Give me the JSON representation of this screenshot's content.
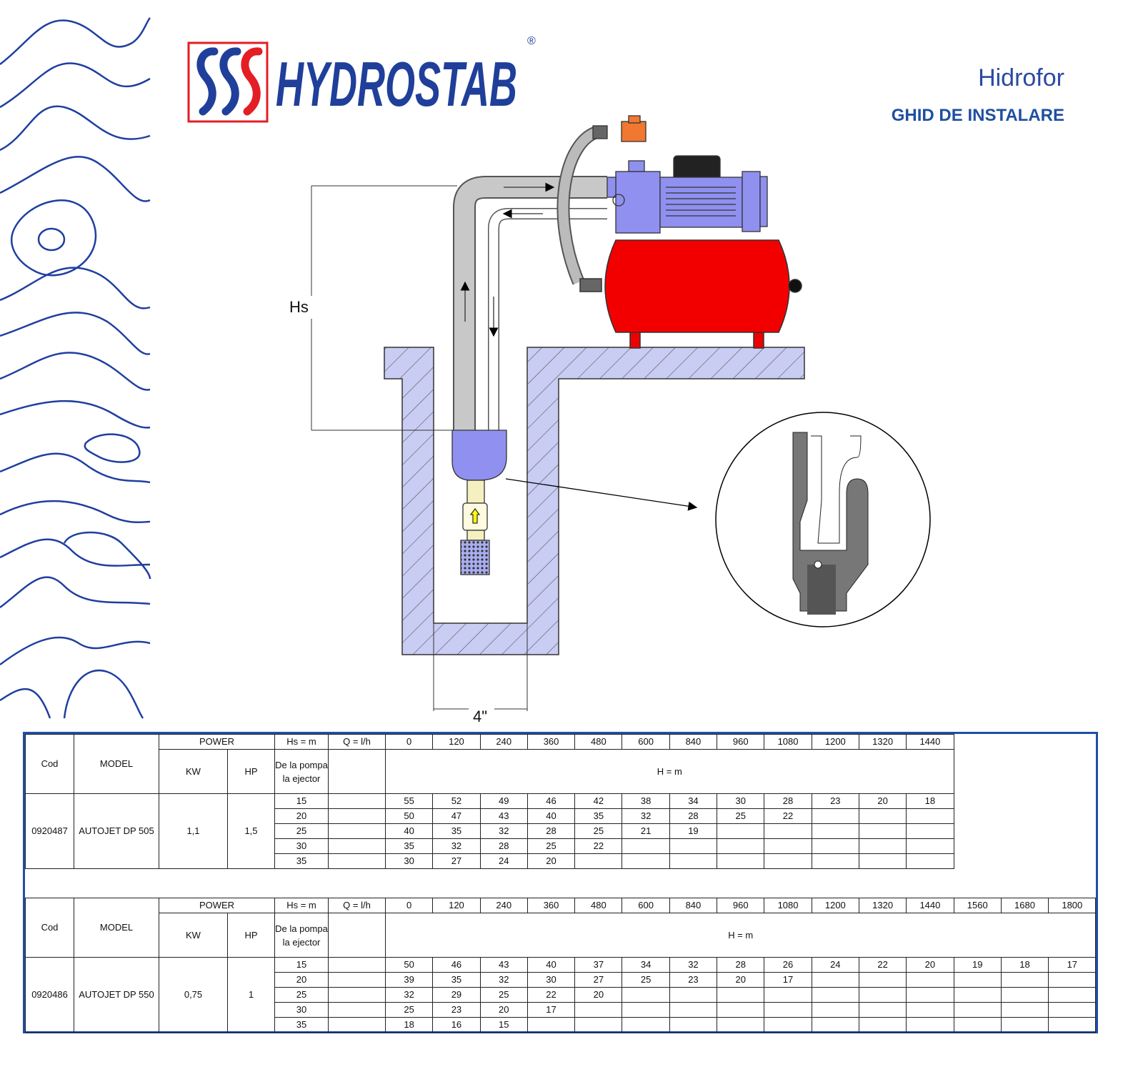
{
  "brand": {
    "name": "HYDROSTAB",
    "registered": "®",
    "logo_letters": "SSS"
  },
  "header": {
    "title": "Hidrofor",
    "subtitle": "GHID DE INSTALARE"
  },
  "diagram": {
    "hs_label": "Hs",
    "width_label": "4\""
  },
  "table_headers": {
    "cod": "Cod",
    "model": "MODEL",
    "power": "POWER",
    "kw": "KW",
    "hp": "HP",
    "hs": "Hs = m",
    "q": "Q = l/h",
    "hs_desc": "De la pompa la ejector",
    "h": "H = m"
  },
  "tables": [
    {
      "cod": "0920487",
      "model": "AUTOJET DP 505",
      "kw": "1,1",
      "hp": "1,5",
      "flows": [
        "0",
        "120",
        "240",
        "360",
        "480",
        "600",
        "840",
        "960",
        "1080",
        "1200",
        "1320",
        "1440"
      ],
      "rows": [
        {
          "hs": "15",
          "h": [
            "55",
            "52",
            "49",
            "46",
            "42",
            "38",
            "34",
            "30",
            "28",
            "23",
            "20",
            "18"
          ]
        },
        {
          "hs": "20",
          "h": [
            "50",
            "47",
            "43",
            "40",
            "35",
            "32",
            "28",
            "25",
            "22",
            "",
            "",
            ""
          ]
        },
        {
          "hs": "25",
          "h": [
            "40",
            "35",
            "32",
            "28",
            "25",
            "21",
            "19",
            "",
            "",
            "",
            "",
            ""
          ]
        },
        {
          "hs": "30",
          "h": [
            "35",
            "32",
            "28",
            "25",
            "22",
            "",
            "",
            "",
            "",
            "",
            "",
            ""
          ]
        },
        {
          "hs": "35",
          "h": [
            "30",
            "27",
            "24",
            "20",
            "",
            "",
            "",
            "",
            "",
            "",
            "",
            ""
          ]
        }
      ]
    },
    {
      "cod": "0920486",
      "model": "AUTOJET DP 550",
      "kw": "0,75",
      "hp": "1",
      "flows": [
        "0",
        "120",
        "240",
        "360",
        "480",
        "600",
        "840",
        "960",
        "1080",
        "1200",
        "1320",
        "1440",
        "1560",
        "1680",
        "1800"
      ],
      "rows": [
        {
          "hs": "15",
          "h": [
            "50",
            "46",
            "43",
            "40",
            "37",
            "34",
            "32",
            "28",
            "26",
            "24",
            "22",
            "20",
            "19",
            "18",
            "17"
          ]
        },
        {
          "hs": "20",
          "h": [
            "39",
            "35",
            "32",
            "30",
            "27",
            "25",
            "23",
            "20",
            "17",
            "",
            "",
            "",
            "",
            "",
            ""
          ]
        },
        {
          "hs": "25",
          "h": [
            "32",
            "29",
            "25",
            "22",
            "20",
            "",
            "",
            "",
            "",
            "",
            "",
            "",
            "",
            "",
            ""
          ]
        },
        {
          "hs": "30",
          "h": [
            "25",
            "23",
            "20",
            "17",
            "",
            "",
            "",
            "",
            "",
            "",
            "",
            "",
            "",
            "",
            ""
          ]
        },
        {
          "hs": "35",
          "h": [
            "18",
            "16",
            "15",
            "",
            "",
            "",
            "",
            "",
            "",
            "",
            "",
            "",
            "",
            "",
            ""
          ]
        }
      ]
    }
  ]
}
